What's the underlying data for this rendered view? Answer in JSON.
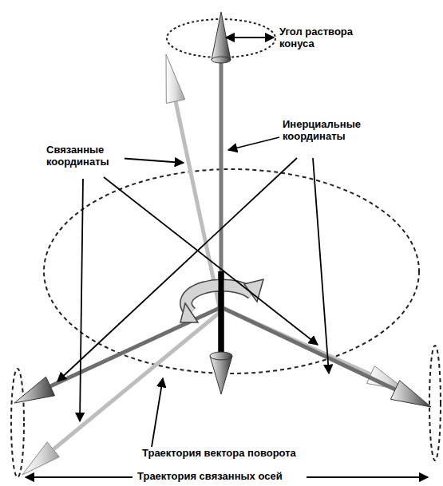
{
  "diagram": {
    "labels": [
      "Угол раствора конуса",
      "Инерциальные координаты",
      "Связанные координаты",
      "Траектория вектора поворота",
      "Траектория связанных осей"
    ]
  }
}
